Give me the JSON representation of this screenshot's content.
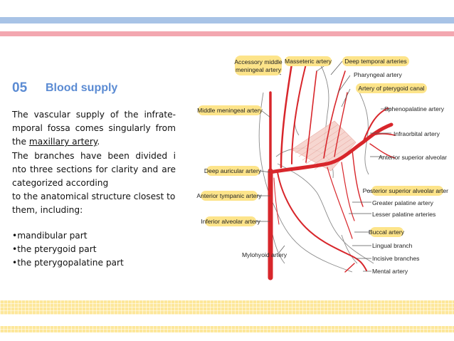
{
  "section": {
    "number": "05",
    "title": "Blood supply"
  },
  "text": {
    "line1": "The vascular supply of the infrate-mporal fossa comes singularly from the ",
    "link": "maxillary artery",
    "line1_end": ".",
    "line2": "The branches have been divided  i nto three sections for clarity and are categorized according",
    "line3": "to the anatomical structure closest to them, including:",
    "bullets": [
      "•mandibular part",
      "•the pterygoid part",
      "•the pterygopalatine part"
    ]
  },
  "diagram_labels": {
    "accessory_middle_1": "Accessory middle",
    "accessory_middle_2": "meningeal artery",
    "masseteric": "Masseteric artery",
    "deep_temporal": "Deep temporal arteries",
    "pharyngeal": "Pharyngeal artery",
    "pterygoid_canal": "Artery of pterygoid canal",
    "middle_meningeal": "Middle meningeal artery",
    "sphenopalatine": "Sphenopalatine artery",
    "infraorbital": "Infraorbital artery",
    "anterior_superior_alveolar": "Anterior superior alveolar artery",
    "deep_auricular": "Deep auricular artery",
    "anterior_tympanic": "Anterior tympanic artery",
    "posterior_superior_alveolar": "Posterior superior alveolar artery",
    "greater_palatine": "Greater palatine artery",
    "lesser_palatine": "Lesser palatine arteries",
    "inferior_alveolar": "Inferior alveolar artery",
    "buccal": "Buccal artery",
    "lingual": "Lingual branch",
    "mylohyoid": "Mylohyoid artery",
    "incisive": "Incisive branches",
    "mental": "Mental artery"
  },
  "colors": {
    "accent_blue": "#5b8bd3",
    "artery_red": "#d8262b",
    "label_highlight": "#fde48a",
    "band_blue": "#a8c3e6",
    "band_pink": "#f3a7b0",
    "band_yellow": "#fde79a"
  }
}
